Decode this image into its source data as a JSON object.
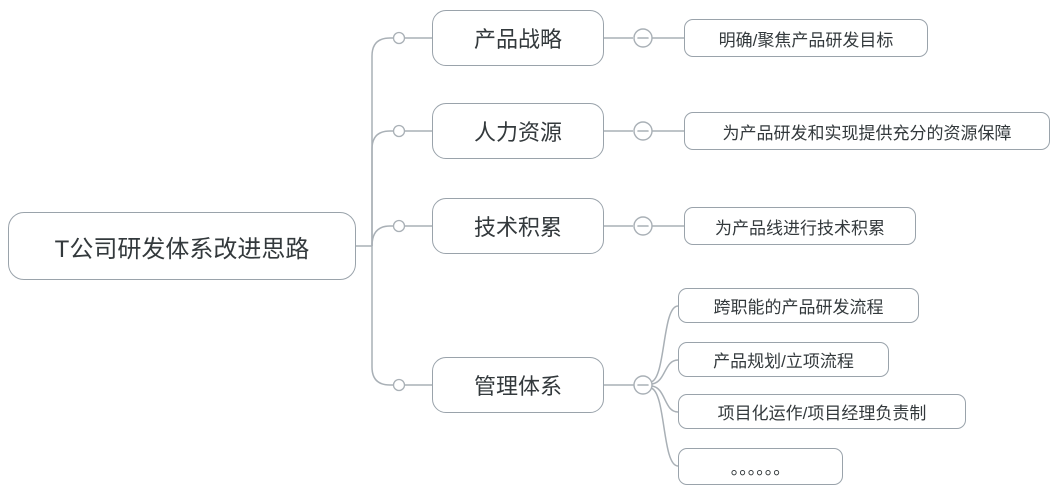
{
  "diagram": {
    "root": {
      "label": "T公司研发体系改进思路"
    },
    "branches": [
      {
        "label": "产品战略",
        "children": [
          {
            "label": "明确/聚焦产品研发目标"
          }
        ]
      },
      {
        "label": "人力资源",
        "children": [
          {
            "label": "为产品研发和实现提供充分的资源保障"
          }
        ]
      },
      {
        "label": "技术积累",
        "children": [
          {
            "label": "为产品线进行技术积累"
          }
        ]
      },
      {
        "label": "管理体系",
        "children": [
          {
            "label": "跨职能的产品研发流程"
          },
          {
            "label": "产品规划/立项流程"
          },
          {
            "label": "项目化运作/项目经理负责制"
          },
          {
            "label": "。。。。。。"
          }
        ]
      }
    ],
    "colors": {
      "line": "#a9b0b6",
      "border": "#9aa3ab",
      "text": "#33393c",
      "background": "#ffffff"
    },
    "icons": {
      "collapse": "minus-circle",
      "branch_dot": "small-circle"
    }
  }
}
